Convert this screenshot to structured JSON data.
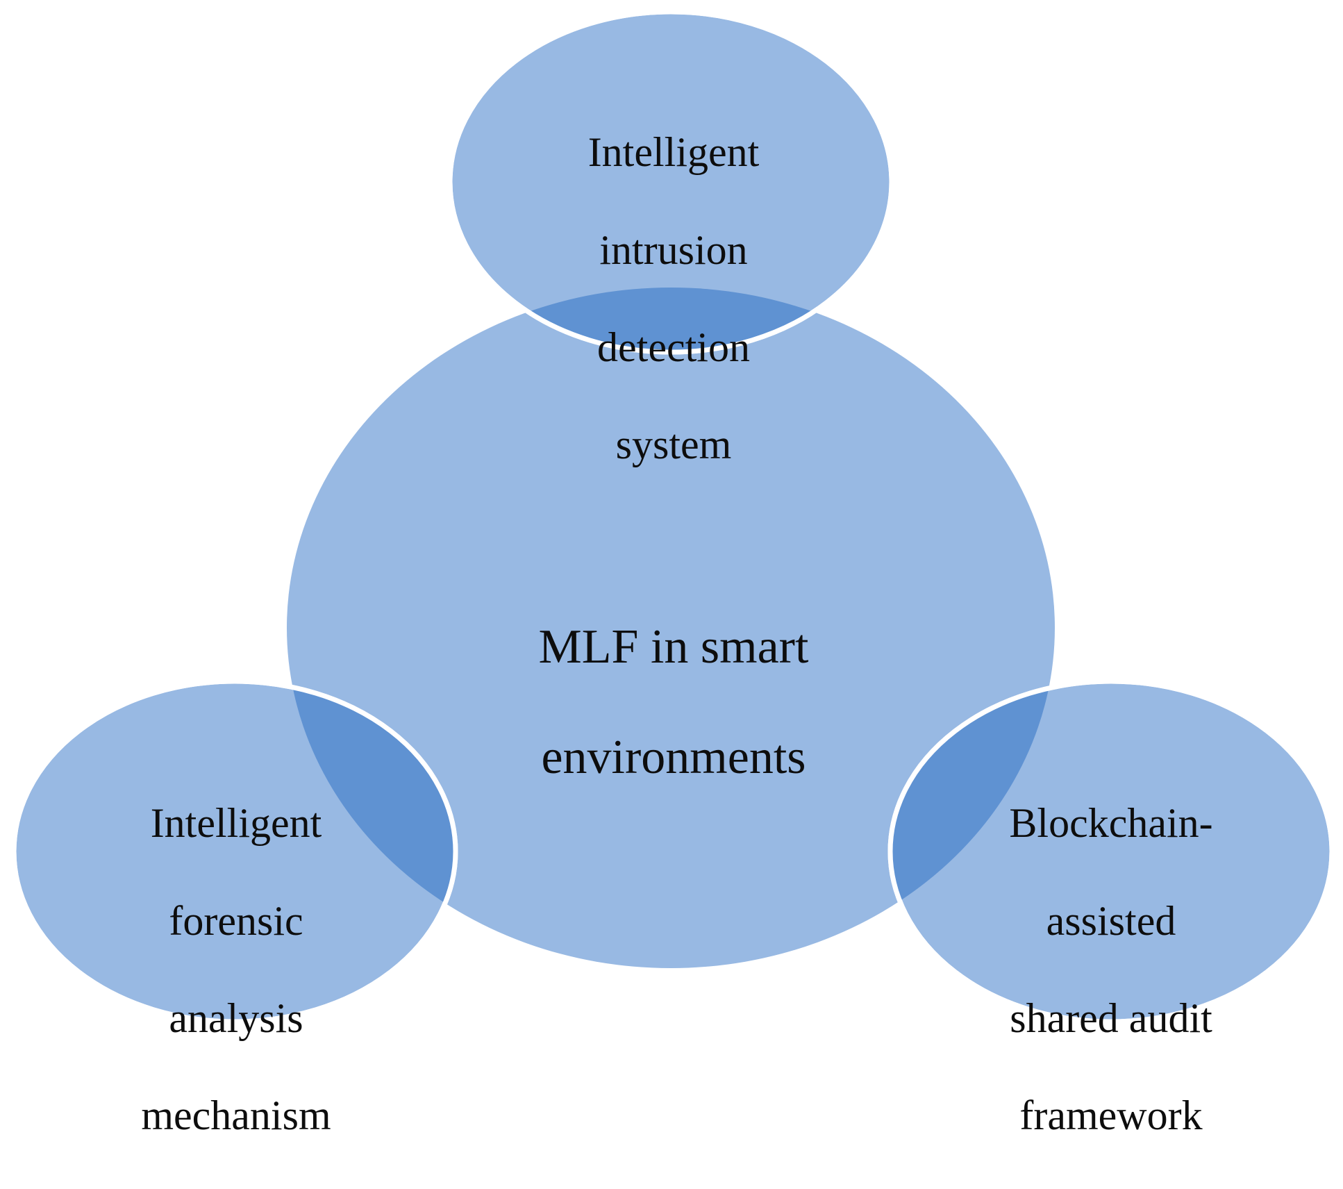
{
  "colors": {
    "circle_fill": "#98b9e3",
    "overlap_fill": "#5f92d2",
    "outline": "#ffffff",
    "text": "#0d0d0d"
  },
  "diagram": {
    "center": {
      "lines": [
        "MLF in smart",
        "environments"
      ]
    },
    "top": {
      "lines": [
        "Intelligent",
        "intrusion",
        "detection",
        "system"
      ]
    },
    "left": {
      "lines": [
        "Intelligent",
        "forensic",
        "analysis",
        "mechanism"
      ]
    },
    "right": {
      "lines": [
        "Blockchain-",
        "assisted",
        "shared audit",
        "framework"
      ]
    }
  }
}
